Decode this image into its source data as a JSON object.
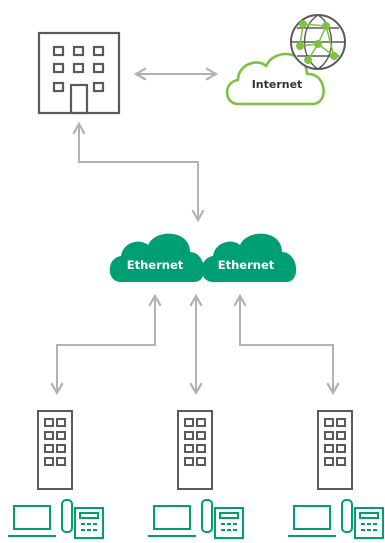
{
  "nodes": {
    "internet": {
      "label": "Internet",
      "icon": "globe-network-icon"
    },
    "ethernet_left": {
      "label": "Ethernet"
    },
    "ethernet_right": {
      "label": "Ethernet"
    },
    "hq_building": {
      "icon": "office-building-icon"
    },
    "branches": [
      {
        "building_icon": "office-building-icon",
        "devices": [
          "laptop-icon",
          "phone-fax-icon"
        ]
      },
      {
        "building_icon": "office-building-icon",
        "devices": [
          "laptop-icon",
          "phone-fax-icon"
        ]
      },
      {
        "building_icon": "office-building-icon",
        "devices": [
          "laptop-icon",
          "phone-fax-icon"
        ]
      }
    ]
  },
  "colors": {
    "accent_green": "#009e73",
    "light_green": "#7dc142",
    "icon_gray": "#5a5a5a",
    "arrow_gray": "#b3b3b3"
  }
}
